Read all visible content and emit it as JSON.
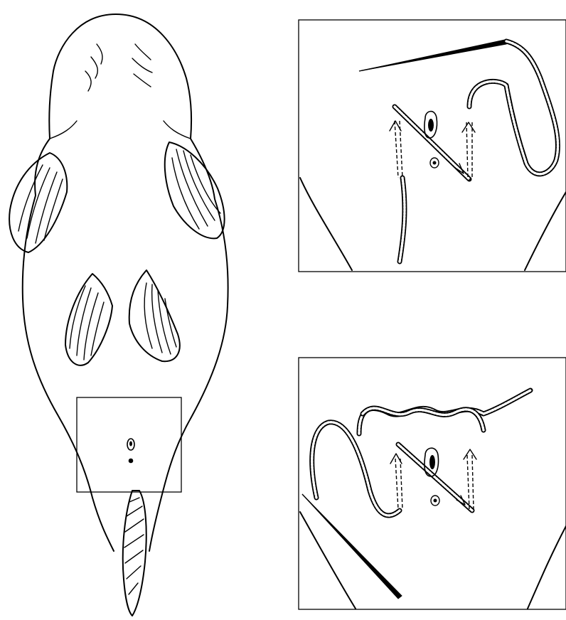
{
  "figure": {
    "panels": [
      {
        "name": "mouse-dorsal-view"
      },
      {
        "name": "suture-step-one"
      },
      {
        "name": "suture-step-two"
      }
    ],
    "colors": {
      "ink": "#000000",
      "background": "#ffffff"
    },
    "icons": [
      "needle-icon",
      "thread-icon",
      "arrow-icon",
      "orifice-icon"
    ]
  }
}
